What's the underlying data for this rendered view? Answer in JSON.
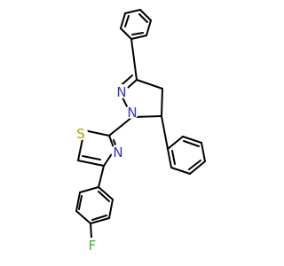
{
  "molecule": {
    "atoms": {
      "nitrogen_imine": {
        "symbol": "N",
        "color": "#3333cc"
      },
      "nitrogen_amine": {
        "symbol": "N",
        "color": "#3333cc"
      },
      "sulfur": {
        "symbol": "S",
        "color": "#b3a000"
      },
      "nitrogen_thiazole": {
        "symbol": "N",
        "color": "#3333cc"
      },
      "fluorine": {
        "symbol": "F",
        "color": "#33b333"
      }
    },
    "bond_color": "#000000"
  }
}
